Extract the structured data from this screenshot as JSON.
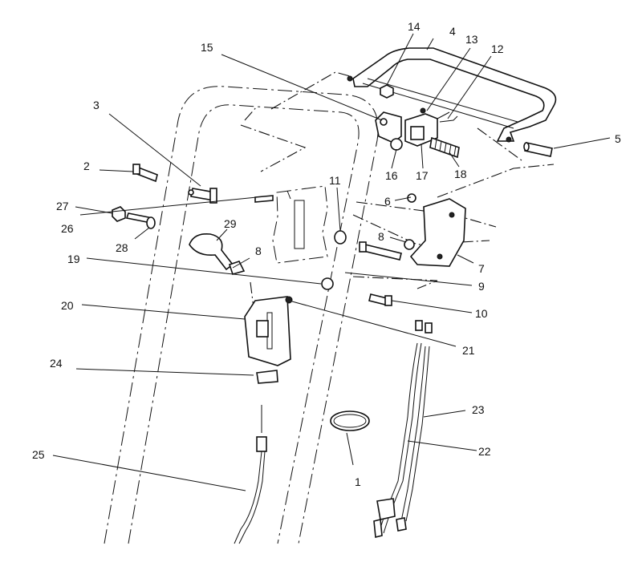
{
  "diagram": {
    "callouts": [
      {
        "id": "c1",
        "label": "1"
      },
      {
        "id": "c2",
        "label": "2"
      },
      {
        "id": "c3",
        "label": "3"
      },
      {
        "id": "c4",
        "label": "4"
      },
      {
        "id": "c5",
        "label": "5"
      },
      {
        "id": "c6",
        "label": "6"
      },
      {
        "id": "c7",
        "label": "7"
      },
      {
        "id": "c8a",
        "label": "8"
      },
      {
        "id": "c8b",
        "label": "8"
      },
      {
        "id": "c9",
        "label": "9"
      },
      {
        "id": "c10",
        "label": "10"
      },
      {
        "id": "c11",
        "label": "11"
      },
      {
        "id": "c12",
        "label": "12"
      },
      {
        "id": "c13",
        "label": "13"
      },
      {
        "id": "c14",
        "label": "14"
      },
      {
        "id": "c15",
        "label": "15"
      },
      {
        "id": "c16",
        "label": "16"
      },
      {
        "id": "c17",
        "label": "17"
      },
      {
        "id": "c18",
        "label": "18"
      },
      {
        "id": "c19",
        "label": "19"
      },
      {
        "id": "c20",
        "label": "20"
      },
      {
        "id": "c21",
        "label": "21"
      },
      {
        "id": "c22",
        "label": "22"
      },
      {
        "id": "c23",
        "label": "23"
      },
      {
        "id": "c24",
        "label": "24"
      },
      {
        "id": "c25",
        "label": "25"
      },
      {
        "id": "c26",
        "label": "26"
      },
      {
        "id": "c27",
        "label": "27"
      },
      {
        "id": "c28",
        "label": "28"
      },
      {
        "id": "c29",
        "label": "29"
      }
    ]
  }
}
